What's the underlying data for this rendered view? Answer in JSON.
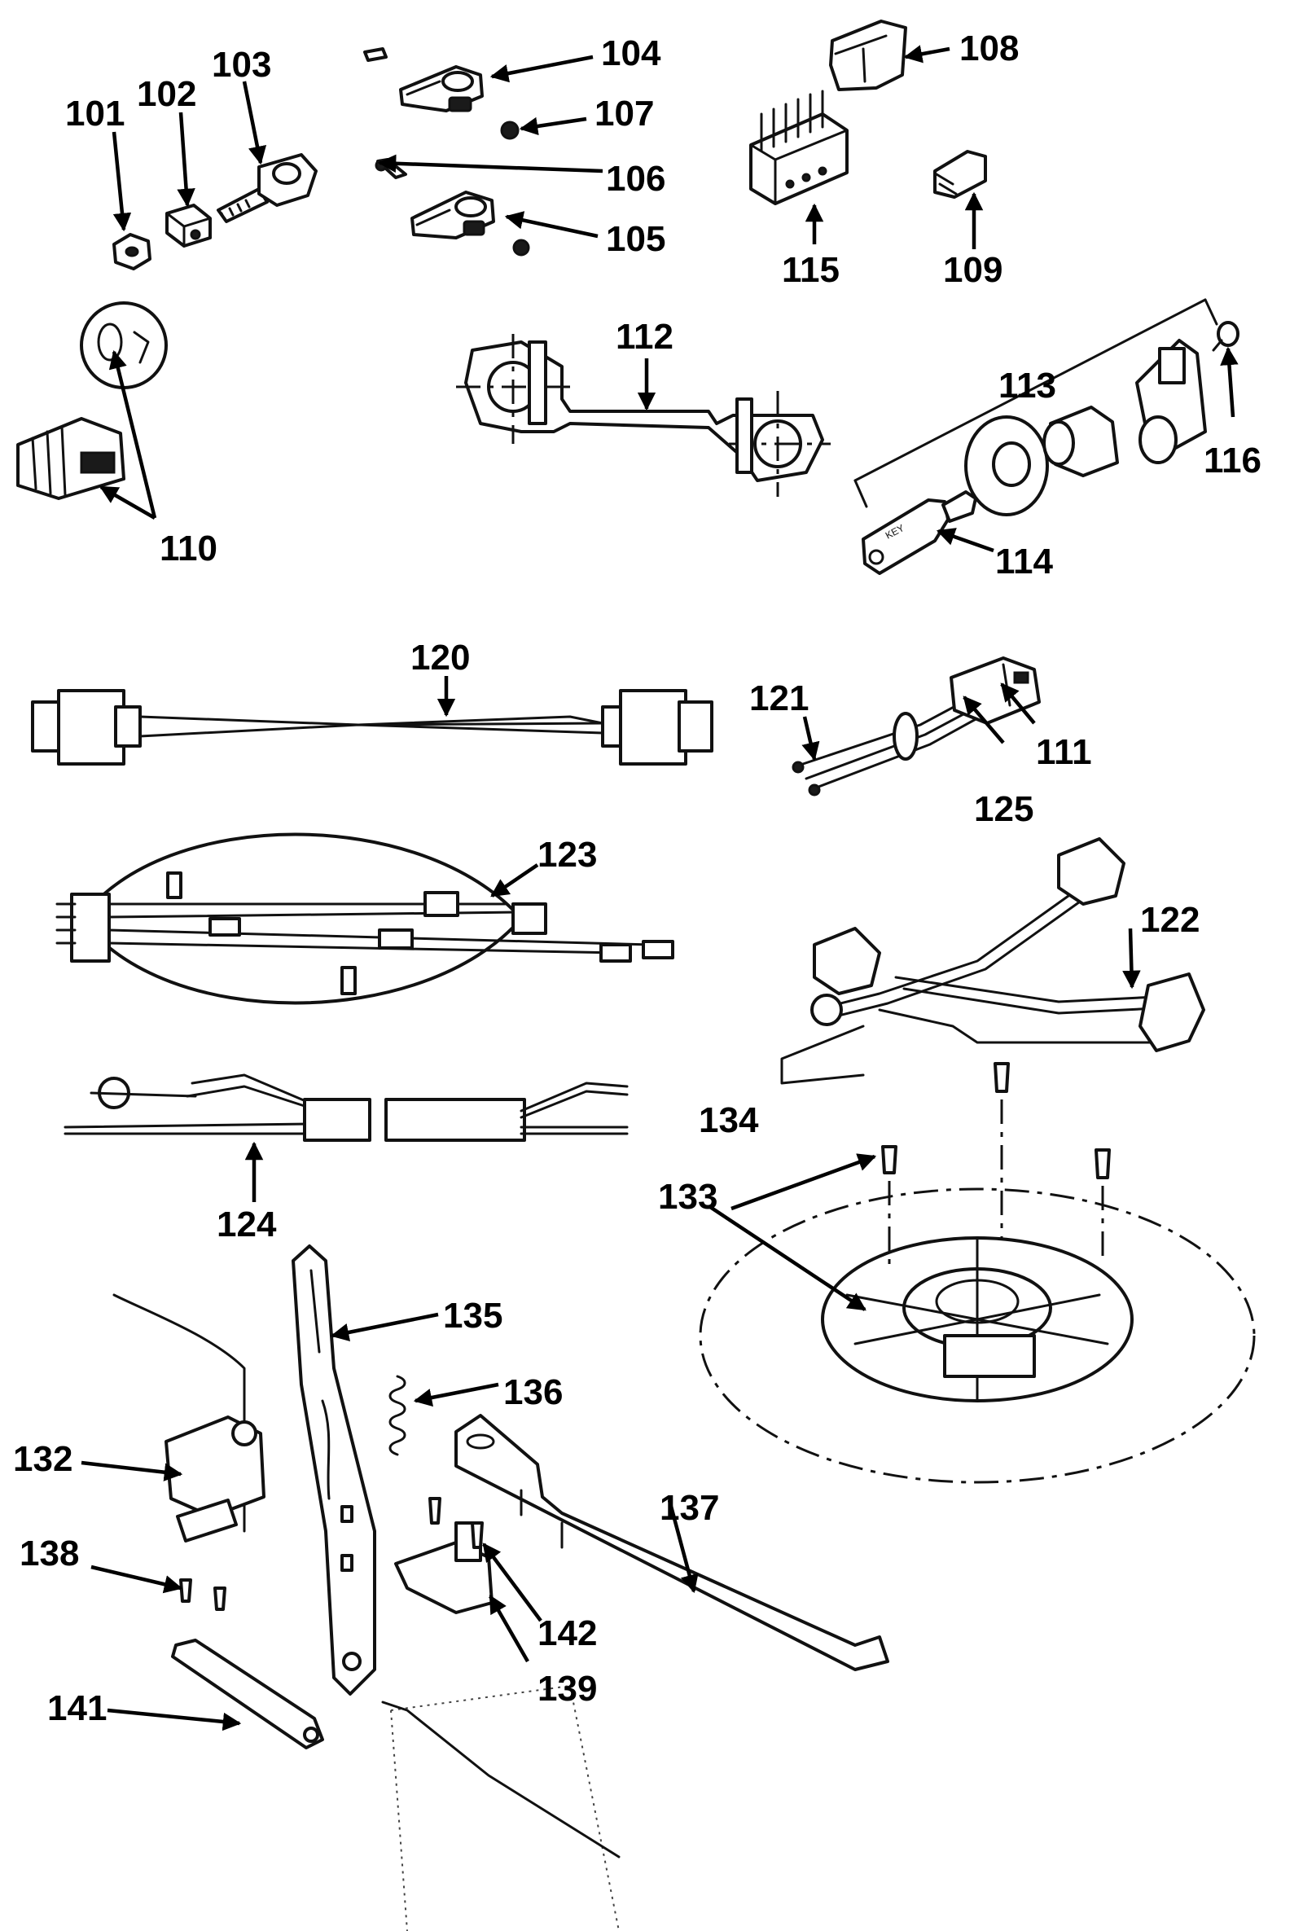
{
  "callouts": {
    "c101": "101",
    "c102": "102",
    "c103": "103",
    "c104": "104",
    "c105": "105",
    "c106": "106",
    "c107": "107",
    "c108": "108",
    "c109": "109",
    "c110": "110",
    "c111": "111",
    "c112": "112",
    "c113": "113",
    "c114": "114",
    "c115": "115",
    "c116": "116",
    "c120": "120",
    "c121": "121",
    "c122": "122",
    "c123": "123",
    "c124": "124",
    "c125": "125",
    "c132": "132",
    "c133": "133",
    "c134": "134",
    "c135": "135",
    "c136": "136",
    "c137": "137",
    "c138": "138",
    "c139": "139",
    "c141": "141",
    "c142": "142"
  },
  "colors": {
    "ink": "#111111",
    "paper": "#ffffff"
  }
}
